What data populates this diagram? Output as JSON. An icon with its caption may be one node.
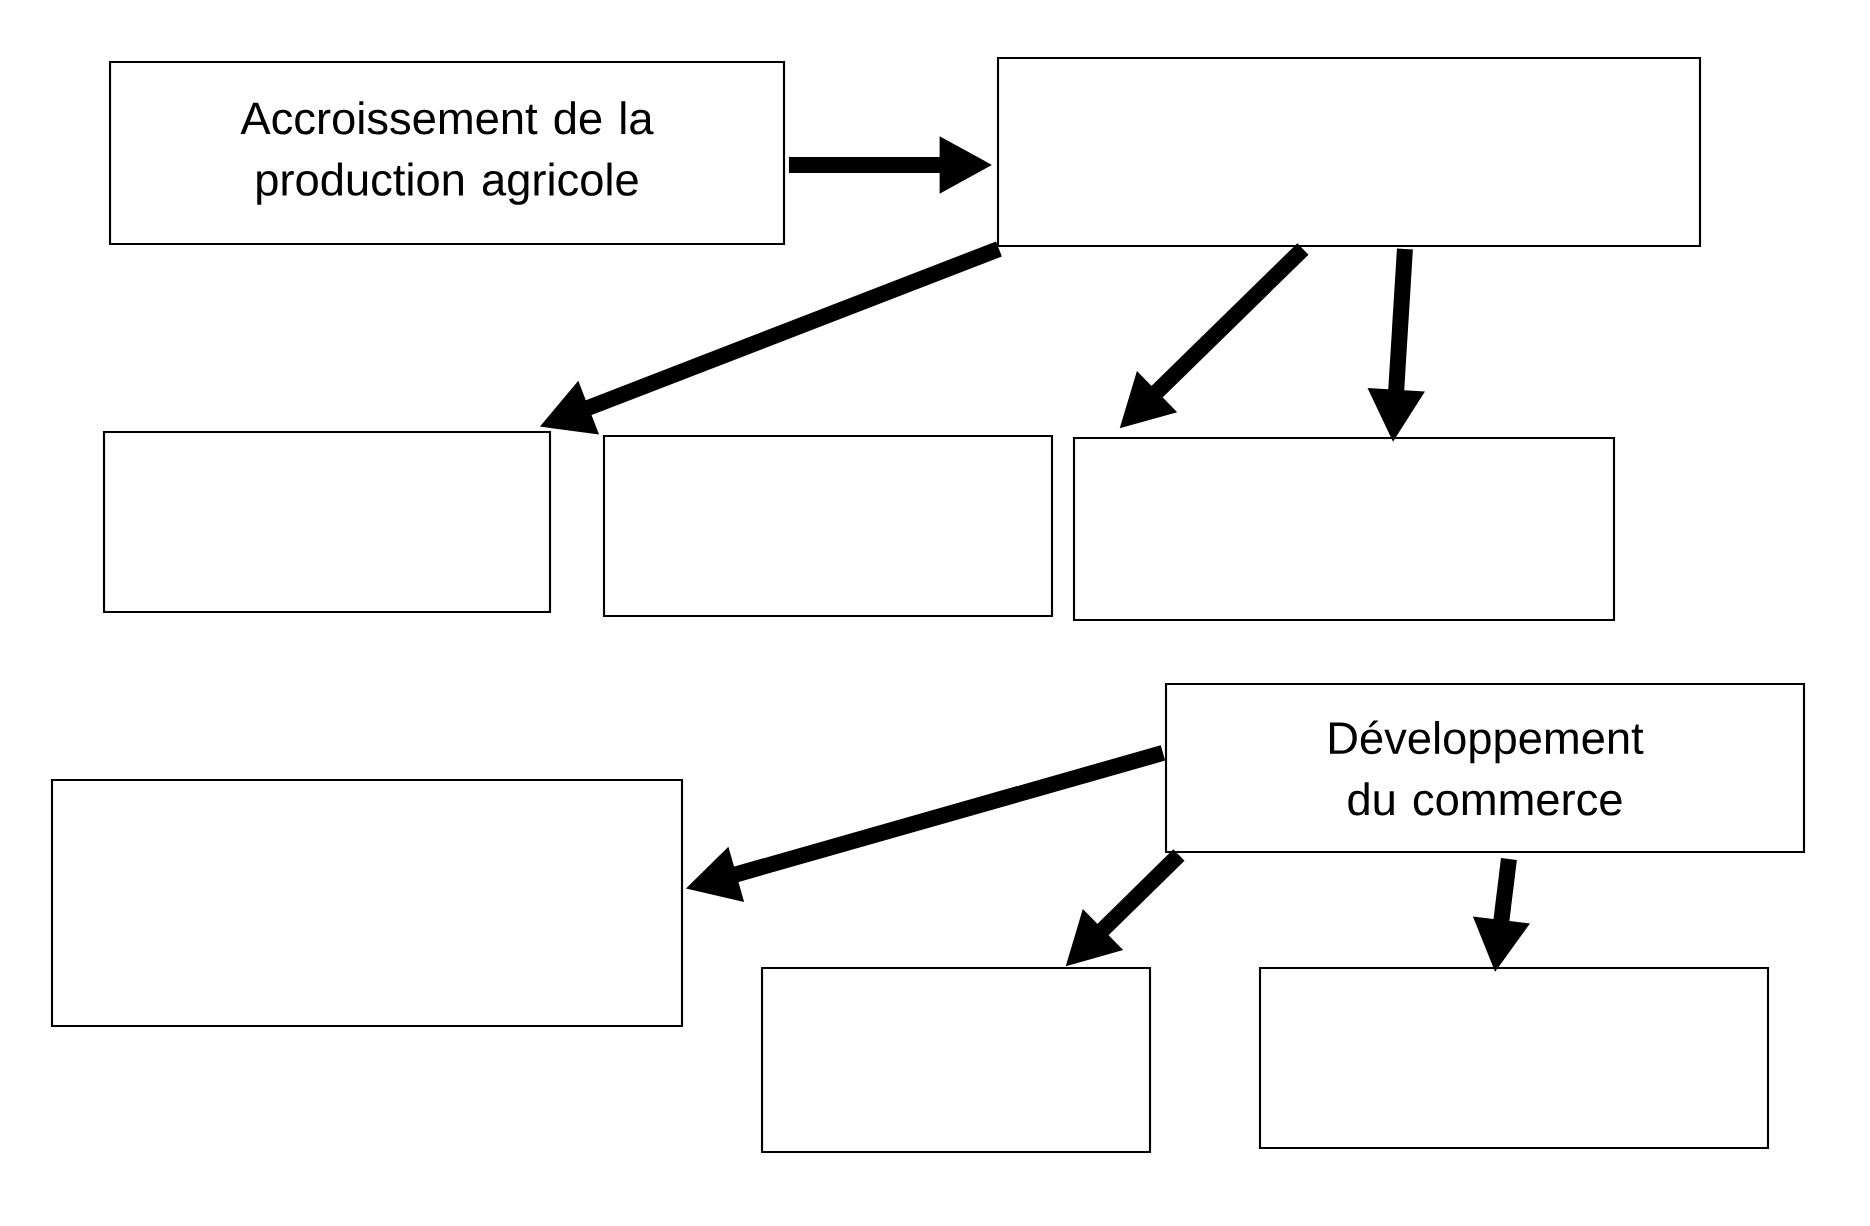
{
  "diagram": {
    "nodes": [
      {
        "text": [
          "Accroissement de la production agricole"
        ]
      },
      {
        "text": [],
        "shape": "box"
      },
      {
        "text": [],
        "shape": "box"
      },
      {
        "text": [],
        "shape": "box"
      },
      {
        "text": [],
        "shape": "box"
      },
      {
        "text": [
          "Développement du commerce"
        ]
      },
      {
        "text": [],
        "shape": "box"
      },
      {
        "text": [],
        "shape": "box"
      },
      {
        "text": [],
        "shape": "box"
      }
    ],
    "edges": [
      {
        "from": 0,
        "to": 1,
        "arrow": "to"
      },
      {
        "from": 1,
        "to": 2,
        "arrow": "to"
      },
      {
        "from": 1,
        "to": 4,
        "arrow": "to"
      },
      {
        "from": 1,
        "to": 4,
        "arrow": "to"
      },
      {
        "from": 5,
        "to": 6,
        "arrow": "to"
      },
      {
        "from": 5,
        "to": 7,
        "arrow": "to"
      },
      {
        "from": 5,
        "to": 8,
        "arrow": "to"
      }
    ]
  }
}
